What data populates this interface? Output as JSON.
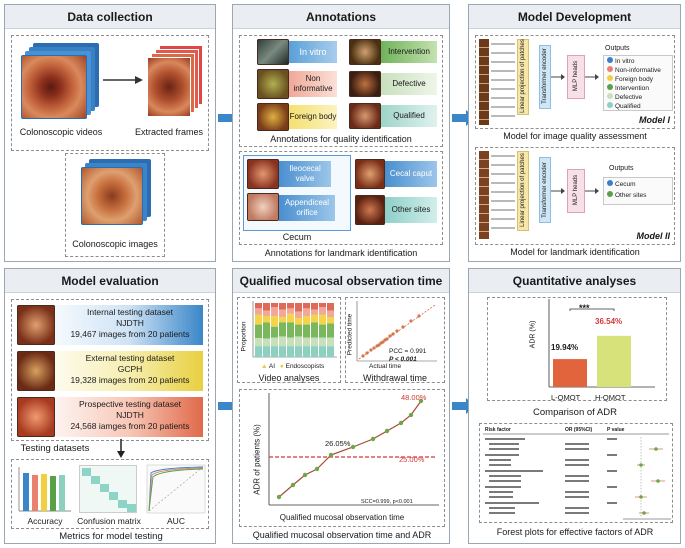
{
  "panels": {
    "data_collection": {
      "title": "Data collection",
      "videos_label": "Colonoscopic videos",
      "frames_label": "Extracted frames",
      "images_label": "Colonoscopic images"
    },
    "annotations": {
      "title": "Annotations",
      "quality_items": [
        "In vitro",
        "Non informative",
        "Foreign body",
        "Intervention",
        "Defective",
        "Qualified"
      ],
      "quality_caption": "Annotations for quality identification",
      "landmark_items": [
        "Ileocecal valve",
        "Cecal caput",
        "Appendiceal orifice",
        "Other sites"
      ],
      "landmark_group": "Cecum",
      "landmark_caption": "Annotations for landmark identification"
    },
    "model_development": {
      "title": "Model Development",
      "linear_label": "Linear projection of patches",
      "encoder_label": "Transformer encoder",
      "heads_label": "MLP heads",
      "outputs_label": "Outputs",
      "model1_outputs": [
        "In vitro",
        "Non-informative",
        "Foreign body",
        "Intervention",
        "Defective",
        "Qualified"
      ],
      "model1_name": "Model I",
      "model1_caption": "Model for image quality assessment",
      "model2_outputs": [
        "Cecum",
        "Other sites"
      ],
      "model2_name": "Model II",
      "model2_caption": "Model for landmark identification"
    },
    "model_evaluation": {
      "title": "Model evaluation",
      "datasets": [
        {
          "name": "Internal testing dataset",
          "site": "NJDTH",
          "detail": "19,467 images from 20 patients"
        },
        {
          "name": "External testing dataset",
          "site": "GCPH",
          "detail": "19,328 images from 20 patients"
        },
        {
          "name": "Prospective testing dataset",
          "site": "NJDTH",
          "detail": "24,568 iamges from 20 patients"
        }
      ],
      "testing_label": "Testing datasets",
      "metrics": [
        "Accuracy",
        "Confusion matrix",
        "AUC"
      ],
      "caption": "Metrics for model testing"
    },
    "observation": {
      "title": "Qualified  mucosal observation time",
      "proportion_label": "Proportion",
      "legend": [
        "AI",
        "Endoscopists"
      ],
      "video_caption": "Video analyses",
      "predicted_label": "Predicted time",
      "actual_label": "Actual time",
      "pcc": "PCC = 0.991",
      "pval": "P < 0.001",
      "withdrawal_caption": "Withdrawal time",
      "adr_ylabel": "ADR of patients (%)",
      "adr_xlabel": "Qualified  mucosal observation time",
      "adr_max_label": "48.00%",
      "adr_mid_label": "26.05%",
      "adr_ref_label": "25.00%",
      "adr_scc": "SCC=0.999, p<0.001",
      "caption": "Qualified  mucosal observation time and ADR"
    },
    "quantitative": {
      "title": "Quantitative analyses",
      "sig": "***",
      "ylabel": "ADR (%)",
      "bars": [
        {
          "label": "L-QMOT",
          "value_label": "19.94%",
          "value": 19.94,
          "color": "#e1643c"
        },
        {
          "label": "H-QMOT",
          "value_label": "36.54%",
          "value": 36.54,
          "color": "#d8e27a"
        }
      ],
      "adr_caption": "Comparison of ADR",
      "forest_headers": [
        "Risk factor",
        "OR (95%CI)",
        "P value"
      ],
      "forest_caption": "Forest plots for effective factors of ADR"
    }
  },
  "chart_data": [
    {
      "type": "line",
      "title": "",
      "xlabel": "Qualified  mucosal observation time",
      "ylabel": "ADR of patients (%)",
      "annotations": [
        "48.00%",
        "26.05%",
        "25.00%",
        "SCC=0.999, p<0.001"
      ]
    },
    {
      "type": "bar",
      "categories": [
        "L-QMOT",
        "H-QMOT"
      ],
      "values": [
        19.94,
        36.54
      ],
      "ylabel": "ADR (%)",
      "annotations": [
        "***"
      ]
    }
  ]
}
